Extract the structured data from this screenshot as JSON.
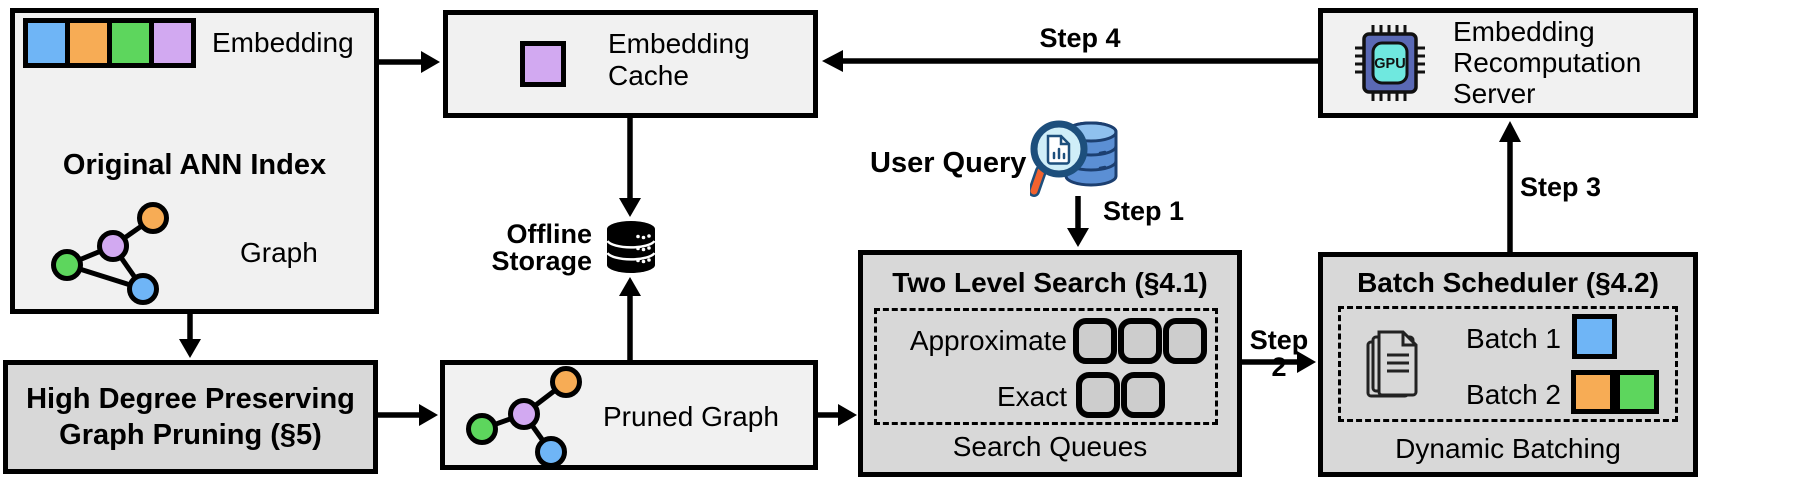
{
  "figure": {
    "original_index": {
      "embedding_label": "Embedding",
      "title": "Original ANN Index",
      "graph_label": "Graph"
    },
    "pruning": {
      "line1": "High Degree Preserving",
      "line2": "Graph Pruning (§5)"
    },
    "embedding_cache": {
      "line1": "Embedding",
      "line2": "Cache"
    },
    "offline_storage": {
      "line1": "Offline",
      "line2": "Storage"
    },
    "pruned_graph": {
      "label": "Pruned Graph"
    },
    "user_query": {
      "label": "User Query"
    },
    "two_level_search": {
      "title": "Two Level Search (§4.1)",
      "row_approximate": "Approximate",
      "row_exact": "Exact",
      "approximate_queue_count": 3,
      "exact_queue_count": 2,
      "caption": "Search Queues"
    },
    "batch_scheduler": {
      "title": "Batch Scheduler (§4.2)",
      "batch1_label": "Batch 1",
      "batch2_label": "Batch 2",
      "caption": "Dynamic Batching"
    },
    "recomputation_server": {
      "line1": "Embedding",
      "line2": "Recomputation",
      "line3": "Server",
      "chip_label": "GPU"
    },
    "steps": {
      "step1": "Step 1",
      "step2": "Step 2",
      "step3": "Step 3",
      "step4": "Step 4"
    }
  },
  "colors": {
    "blue": "#6FB5F6",
    "orange": "#F7AC55",
    "green": "#5DD65D",
    "purple": "#D2A9F1",
    "box_light": "#F1F1F1",
    "box_gray": "#D8D8D8",
    "queue_fill": "#CDCDCD",
    "gpu_body": "#5A69B5",
    "gpu_core": "#6FE8DF",
    "query_db_blue": "#5B8FD4",
    "magnifier_handle": "#F2622E"
  }
}
